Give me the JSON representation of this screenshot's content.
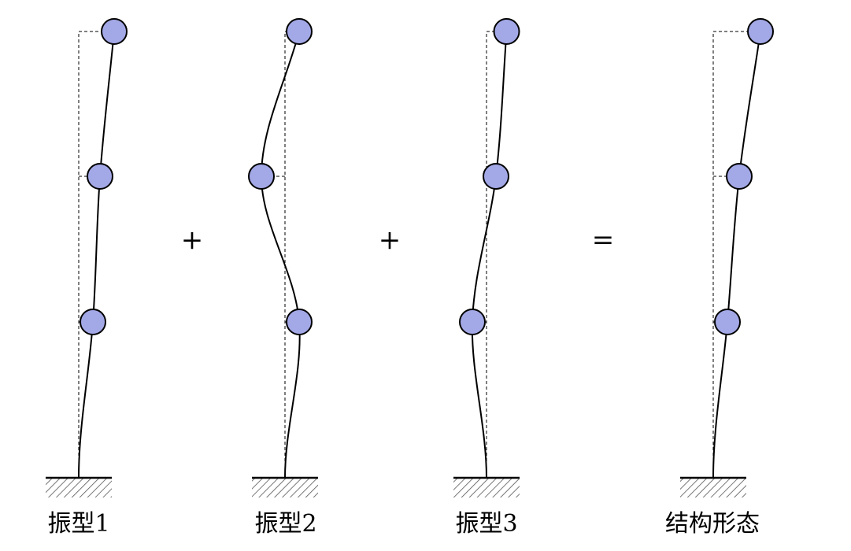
{
  "diagram": {
    "colors": {
      "node_fill": "#a3a8e6",
      "line": "#000000",
      "guide": "#000000",
      "background": "#ffffff"
    },
    "panels": [
      {
        "label": "振型1",
        "floor_offsets": [
          0.6,
          0.9,
          1.5
        ]
      },
      {
        "label": "振型2",
        "floor_offsets": [
          0.6,
          -1.0,
          0.6
        ]
      },
      {
        "label": "振型3",
        "floor_offsets": [
          -0.6,
          0.4,
          0.85
        ]
      },
      {
        "label": "结构形态",
        "floor_offsets": [
          0.6,
          1.1,
          2.0
        ]
      }
    ],
    "operators": [
      "+",
      "+",
      "="
    ]
  }
}
